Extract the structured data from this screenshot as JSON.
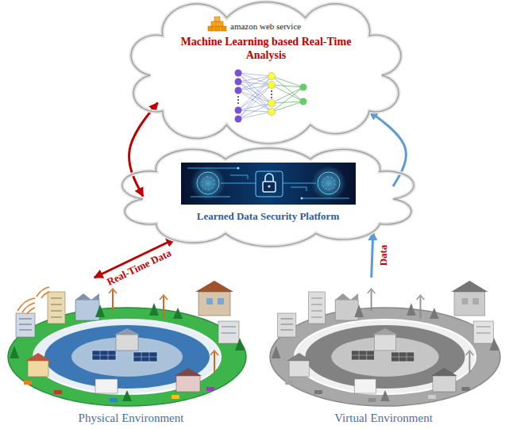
{
  "diagram": {
    "nodes": [
      {
        "text": [
          "amazon web service",
          "Machine Learning based Real-Time Analysis"
        ]
      },
      {
        "text": [
          "Learned Data Security Platform"
        ]
      },
      {
        "text": [
          "Physical Environment"
        ]
      },
      {
        "text": [
          "Virtual Environment"
        ]
      }
    ],
    "edges": [
      {
        "from": 1,
        "to": 0,
        "arrow": "both"
      },
      {
        "from": 2,
        "to": 1,
        "label": "Real-Time Data",
        "arrow": "both"
      },
      {
        "from": 3,
        "to": 1,
        "label": "Data",
        "arrow": "to"
      },
      {
        "from": 1,
        "to": 0,
        "arrow": "to"
      }
    ]
  }
}
